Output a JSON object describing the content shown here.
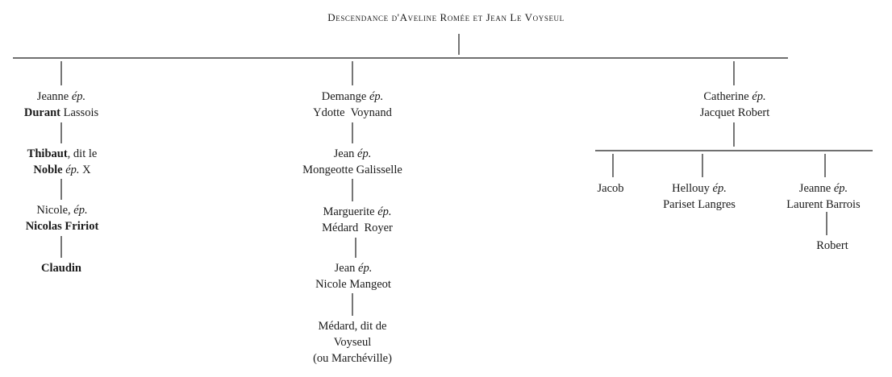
{
  "title": "Descendance d'Aveline Romée et Jean Le Voyseul",
  "word_ep": "ép.",
  "nodes": {
    "jeanne1": {
      "name": "Jeanne",
      "spouse_first": "Durant",
      "spouse_last": "Lassois"
    },
    "thibaut": {
      "name": "Thibaut",
      "suffix": ", dit le",
      "name2": "Noble",
      "spouse": "X"
    },
    "nicole": {
      "name": "Nicole",
      "spouse_first": "Nicolas",
      "spouse_last": "Fririot"
    },
    "claudin": {
      "name": "Claudin"
    },
    "demange": {
      "name": "Demange",
      "spouse": "Ydotte  Voynand"
    },
    "jean1": {
      "name": "Jean",
      "spouse": "Mongeotte Galisselle"
    },
    "marguerite": {
      "name": "Marguerite",
      "spouse": "Médard  Royer"
    },
    "jean2": {
      "name": "Jean",
      "spouse": "Nicole Mangeot"
    },
    "medard": {
      "line1": "Médard, dit de",
      "line2": "Voyseul",
      "line3": "(ou Marchéville)"
    },
    "catherine": {
      "name": "Catherine",
      "spouse": "Jacquet Robert"
    },
    "jacob": {
      "name": "Jacob"
    },
    "hellouy": {
      "name": "Hellouy",
      "spouse": "Pariset Langres"
    },
    "jeanne2": {
      "name": "Jeanne",
      "spouse": "Laurent Barrois"
    },
    "robert": {
      "name": "Robert"
    }
  }
}
